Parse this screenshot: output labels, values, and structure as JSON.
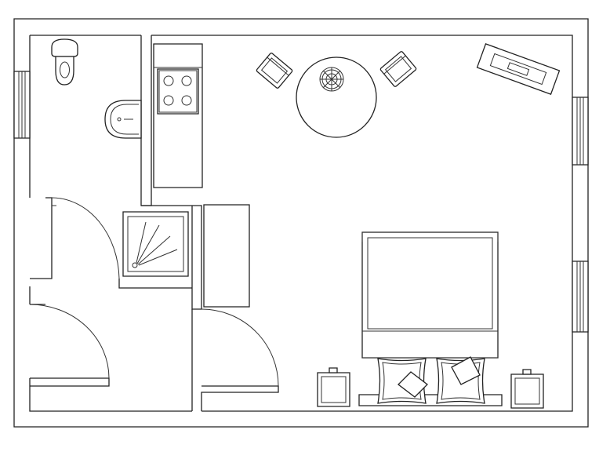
{
  "colors": {
    "line": "#222222",
    "background": "#ffffff"
  },
  "fixtures": [
    "toilet",
    "sink",
    "cooktop",
    "shower",
    "round-table",
    "chair",
    "chair",
    "desk",
    "double-bed",
    "pillow",
    "pillow",
    "nightstand",
    "nightstand"
  ]
}
